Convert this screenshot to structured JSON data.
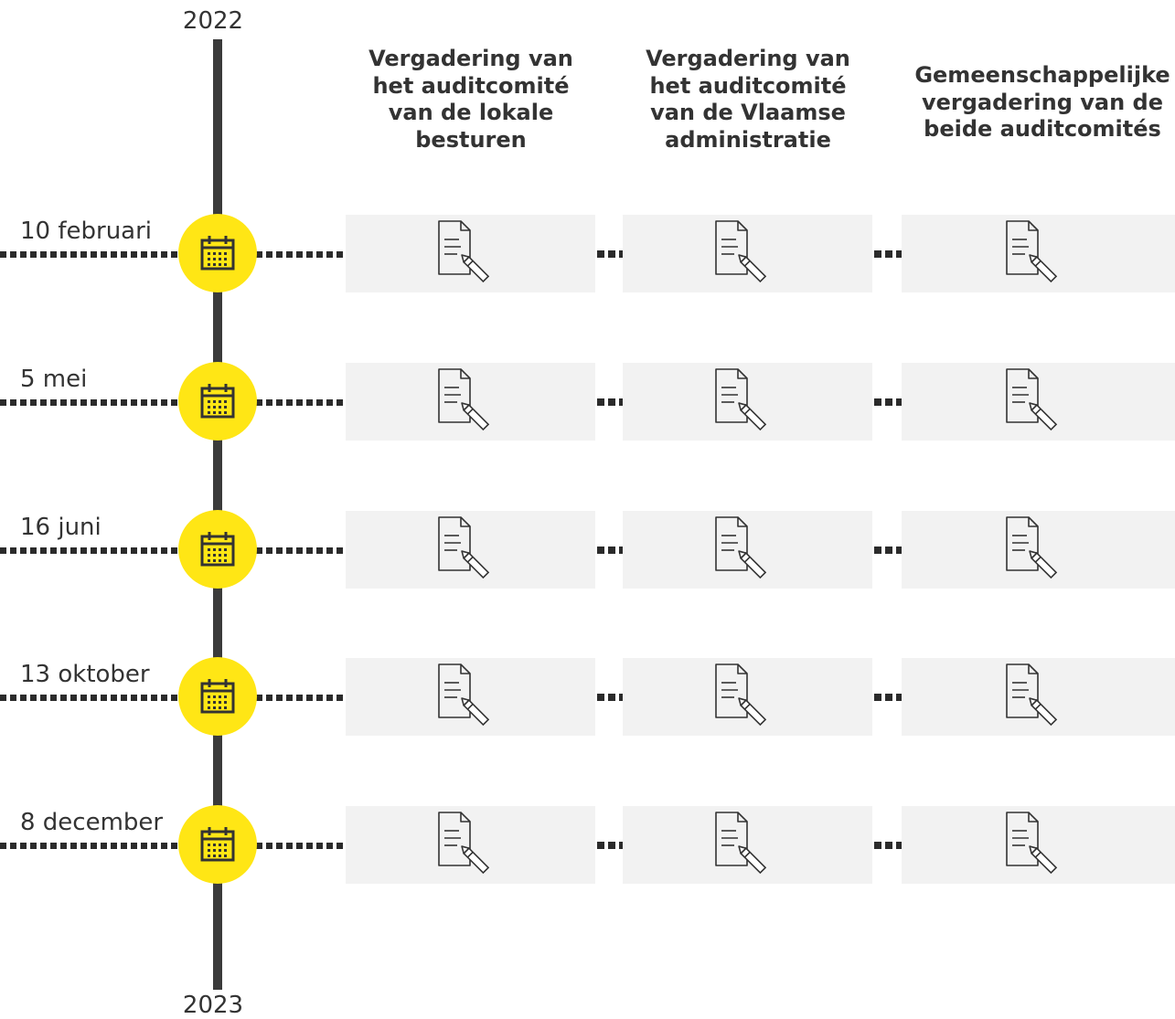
{
  "timeline": {
    "start_year": "2022",
    "end_year": "2023",
    "axis_color": "#3b3b3b",
    "marker_color": "#ffe615"
  },
  "columns": [
    {
      "title": "Vergadering van het auditcomité van de lokale besturen"
    },
    {
      "title": "Vergadering van het auditcomité van de Vlaamse administratie"
    },
    {
      "title": "Gemeenschappelijke vergadering van de beide auditcomités"
    }
  ],
  "rows": [
    {
      "date": "10 februari",
      "marker_icon": "calendar-icon",
      "cell_icon": "document-edit-icon"
    },
    {
      "date": "5 mei",
      "marker_icon": "calendar-icon",
      "cell_icon": "document-edit-icon"
    },
    {
      "date": "16 juni",
      "marker_icon": "calendar-icon",
      "cell_icon": "document-edit-icon"
    },
    {
      "date": "13 oktober",
      "marker_icon": "calendar-icon",
      "cell_icon": "document-edit-icon"
    },
    {
      "date": "8 december",
      "marker_icon": "calendar-icon",
      "cell_icon": "document-edit-icon"
    }
  ]
}
